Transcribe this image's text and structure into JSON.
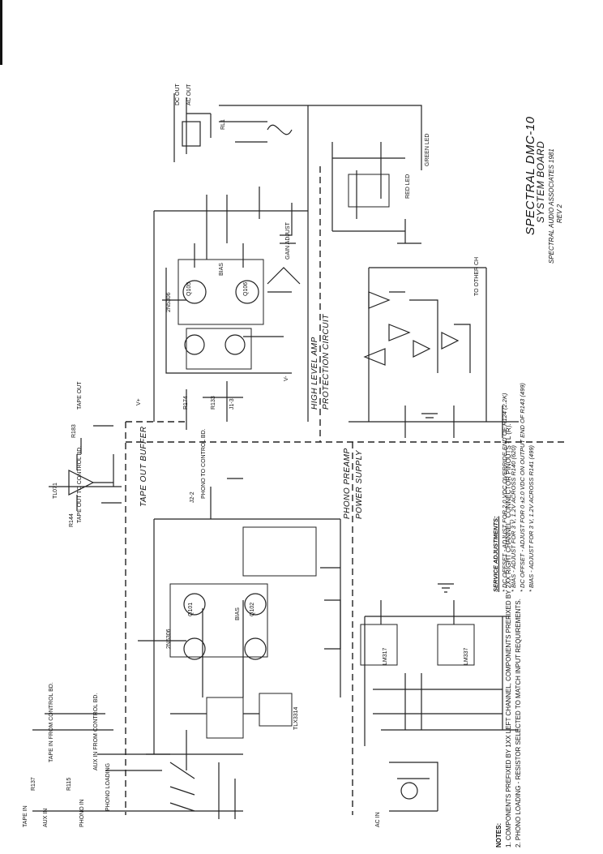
{
  "title_block": {
    "title": "SPECTRAL DMC-10",
    "subtitle": "SYSTEM BOARD",
    "company": "SPECTRAL AUDIO ASSOCIATES 1981",
    "rev": "REV 2"
  },
  "sections": {
    "high_level_amp": "HIGH LEVEL AMP",
    "protection": "PROTECTION CIRCUIT",
    "tape_out_buffer": "TAPE OUT BUFFER",
    "phono_preamp": "PHONO PREAMP",
    "power_supply": "POWER SUPPLY"
  },
  "connectors": {
    "dc_out": "DC OUT",
    "ac_out": "AC OUT",
    "tape_out": "TAPE OUT",
    "tape_in": "TAPE IN",
    "aux_in": "AUX IN",
    "phono_in": "PHONO IN",
    "phono_loading": "PHONO LOADING",
    "ac_in": "AC IN",
    "to_other_ch": "TO OTHER CH",
    "tape_in_control": "TAPE IN FROM CONTROL BD.",
    "aux_in_control": "AUX IN FROM CONTROL BD.",
    "tape_out_control": "TAPE OUT TO CONTROL BD.",
    "phono_to_control": "PHONO TO CONTROL BD."
  },
  "labels": {
    "gain_adjust": "GAIN ADJUST",
    "green_led": "GREEN LED",
    "red_led": "RED LED",
    "v_plus": "V+",
    "v_minus": "V-",
    "bias_1": "BIAS",
    "bias_2": "BIAS",
    "r_tl071": "TL071",
    "r_txs": "TLX3314",
    "r_lm": "LM317",
    "r_lm2": "LM337",
    "rl1": "RL1",
    "r174": "R174",
    "r133": "R133",
    "r144": "R144",
    "r183": "R183",
    "r137": "R137",
    "r115": "R115",
    "q105": "Q105",
    "q106": "Q106",
    "q101": "Q101",
    "q102": "Q102",
    "r_2n": "2N5306",
    "r_2n2": "2N5306",
    "r_jumper": "J1-3",
    "r_lo": "J2-2"
  },
  "service": {
    "heading": "SERVICE ADJUSTMENTS:",
    "items": [
      "* DC OFFSET - ADJUST FOR 2.0 VDC OVERRIDE END OF R124 (2.2K)",
      "* BIAS - ADJUST FOR 3 V, 1.2V ACROSS R140 (620)",
      "* DC OFFSET - ADJUST FOR 0 ±2.0 VDC ON OUTPUT END OF R143 (499)",
      "* BIAS - ADJUST FOR 3 V, 1.2V ACROSS R141 (499)"
    ]
  },
  "notes": {
    "heading": "NOTES:",
    "items": [
      "1. COMPONENTS PREFIXED BY 1XX LEFT CHANNEL, COMPONENTS PREFIXED BY 2XX RIGHT CHANNEL, CONNECTOR PINOUTS - L (R).",
      "2. PHONO LOADING - RESISTOR SELECTED TO MATCH INPUT REQUIREMENTS."
    ]
  }
}
